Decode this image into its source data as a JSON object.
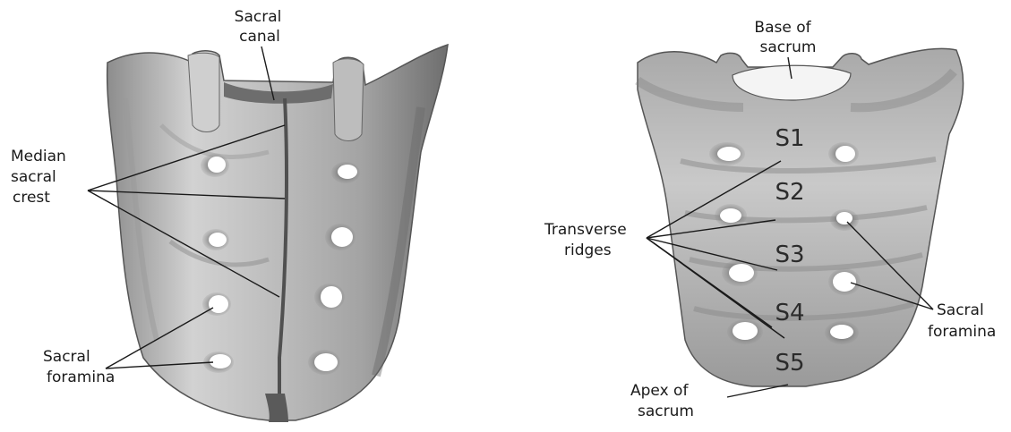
{
  "posterior_view": {
    "labels": {
      "sacral_canal": [
        "Sacral",
        "canal"
      ],
      "median_sacral_crest": [
        "Median",
        "sacral",
        "crest"
      ],
      "sacral_foramina": [
        "Sacral",
        "foramina"
      ]
    }
  },
  "anterior_view": {
    "labels": {
      "base_of_sacrum": [
        "Base of",
        "sacrum"
      ],
      "transverse_ridges": [
        "Transverse",
        "ridges"
      ],
      "sacral_foramina": [
        "Sacral",
        "foramina"
      ],
      "apex_of_sacrum": [
        "Apex of",
        "sacrum"
      ]
    },
    "segments": [
      "S1",
      "S2",
      "S3",
      "S4",
      "S5"
    ]
  }
}
